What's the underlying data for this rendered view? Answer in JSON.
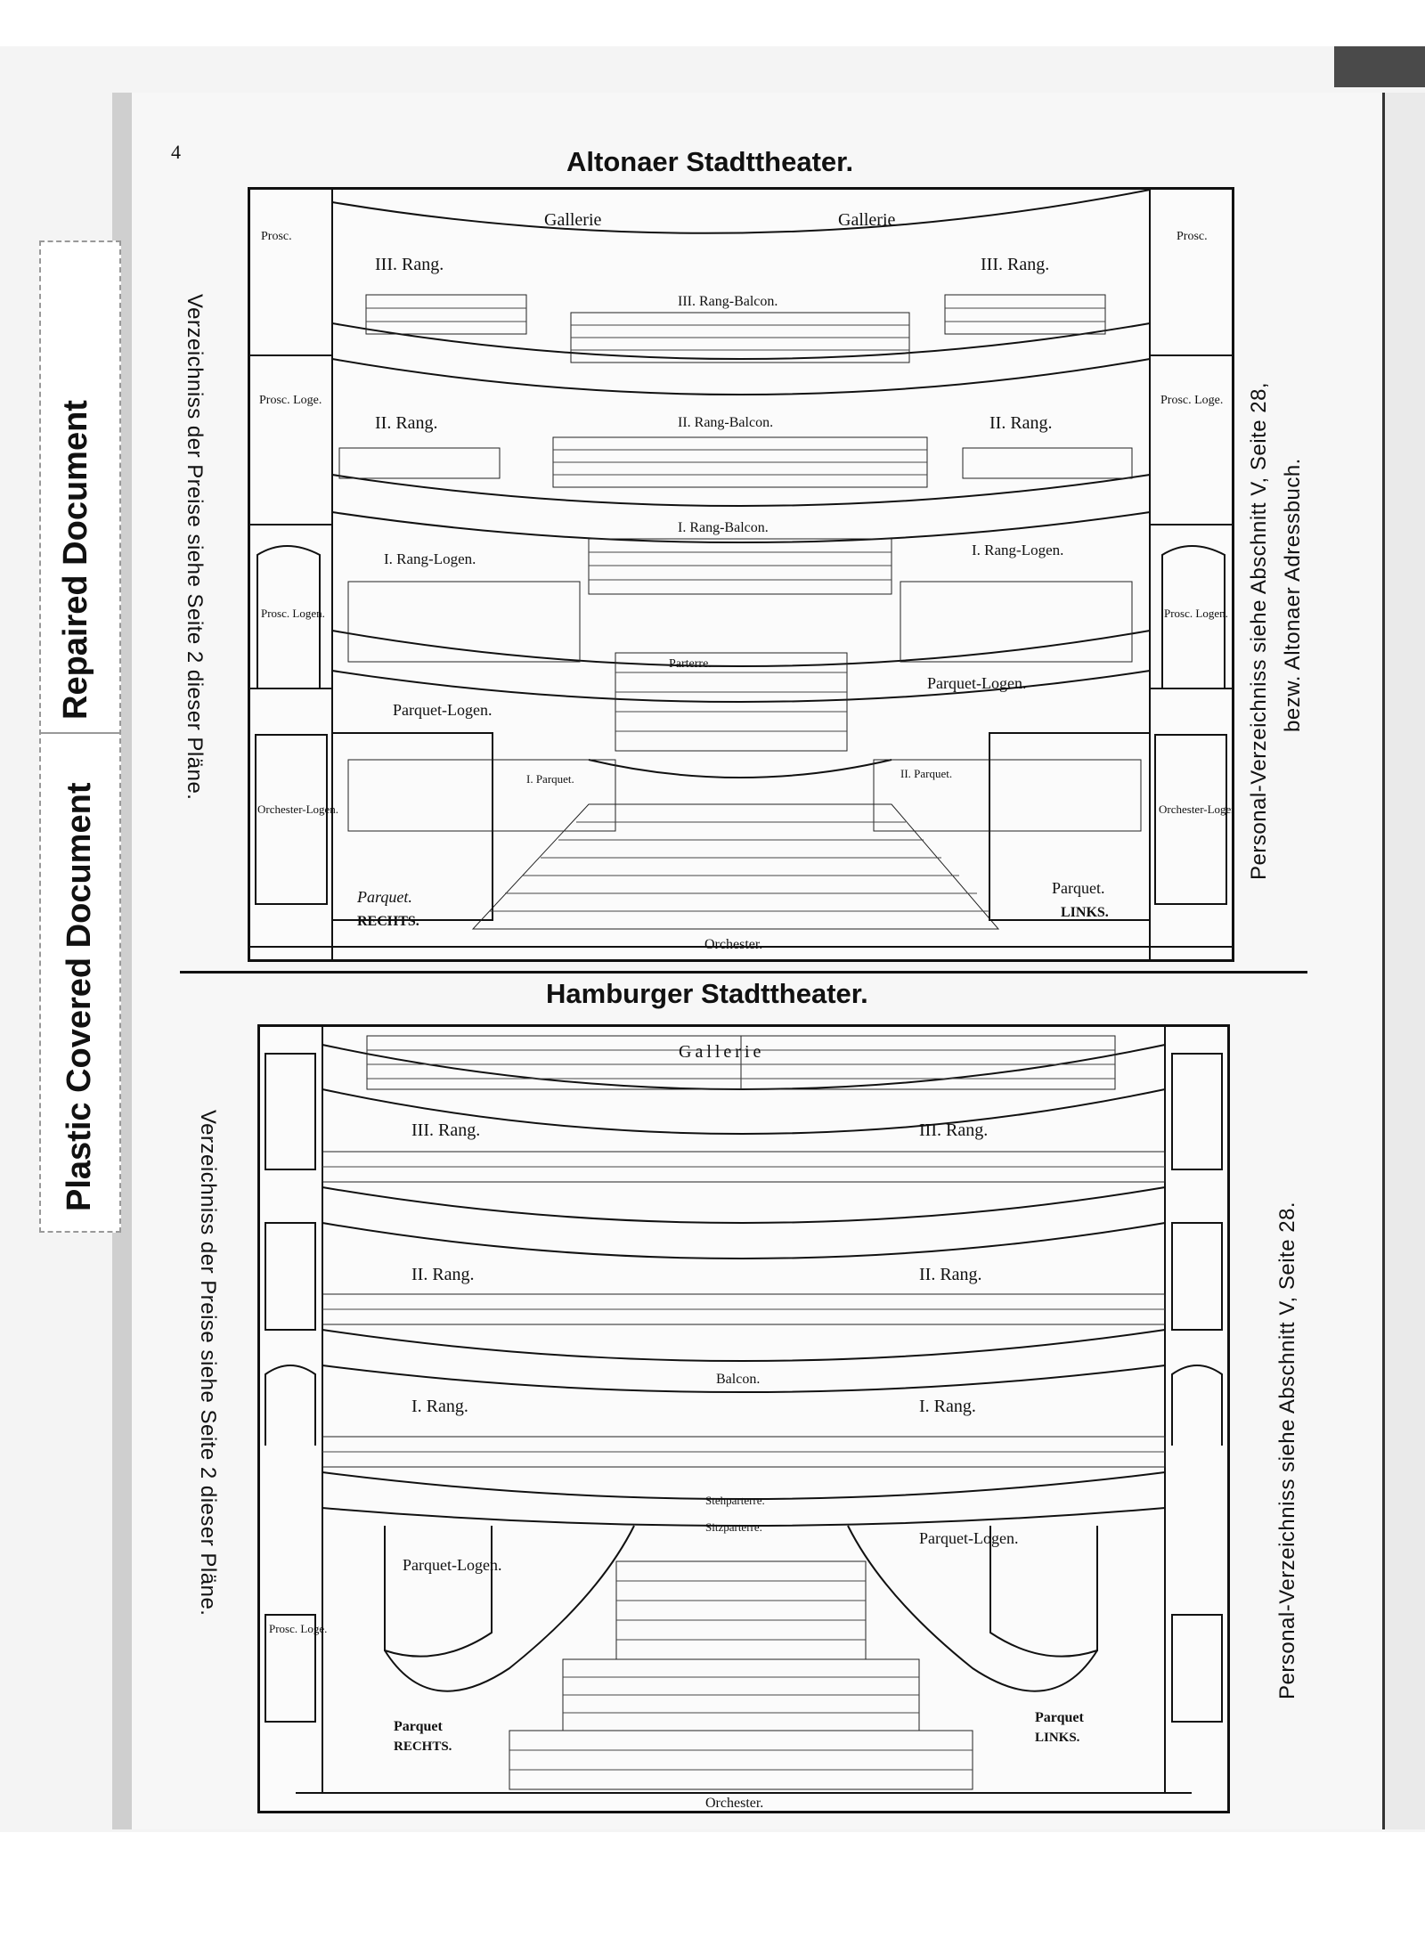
{
  "page": {
    "number": "4"
  },
  "labels": {
    "repaired": "Repaired Document",
    "plastic": "Plastic Covered Document"
  },
  "altona": {
    "title": "Altonaer Stadttheater.",
    "left_note": "Verzeichniss der Preise siehe Seite 2 dieser Pläne.",
    "right_note_1": "Personal-Verzeichniss siehe Abschnitt V, Seite 28,",
    "right_note_2": "bezw. Altonaer Adressbuch.",
    "plan": {
      "gallerie_left": "Gallerie",
      "gallerie_right": "Gallerie",
      "rang3_left": "III. Rang.",
      "rang3_right": "III. Rang.",
      "rang3_balcon": "III. Rang-Balcon.",
      "rang2_left": "II. Rang.",
      "rang2_right": "II. Rang.",
      "rang2_balcon": "II. Rang-Balcon.",
      "rang1_balcon": "I. Rang-Balcon.",
      "rang1_logen_left": "I. Rang-Logen.",
      "rang1_logen_right": "I. Rang-Logen.",
      "prosc_left_top": "Prosc.",
      "prosc_right_top": "Prosc.",
      "prosc_logo_left": "Prosc. Loge.",
      "prosc_logo_right": "Prosc. Loge.",
      "prosc_logen_left": "Prosc. Logen.",
      "prosc_logen_right": "Prosc. Logen.",
      "parquet_logen_left": "Parquet-Logen.",
      "parquet_logen_right": "Parquet-Logen.",
      "orchester_logen_left": "Orchester-Logen.",
      "orchester_logen_right": "Orchester-Logen.",
      "parterre": "Parterre.",
      "parquet_left_inner": "I. Parquet.",
      "parquet_right_inner": "II. Parquet.",
      "parquet_rechts": "Parquet.",
      "rechts": "RECHTS.",
      "parquet_links": "Parquet.",
      "links": "LINKS.",
      "orchester": "Orchester."
    }
  },
  "hamburg": {
    "title": "Hamburger Stadttheater.",
    "left_note": "Verzeichniss der Preise siehe Seite 2 dieser Pläne.",
    "right_note": "Personal-Verzeichniss siehe Abschnitt V, Seite 28.",
    "plan": {
      "gallerie": "Gallerie",
      "rang3_left": "III. Rang.",
      "rang3_right": "III. Rang.",
      "rang2_left": "II. Rang.",
      "rang2_right": "II. Rang.",
      "rang1_left": "I. Rang.",
      "rang1_right": "I. Rang.",
      "balcon": "Balcon.",
      "stehparterre": "Stehparterre.",
      "sitzparterre": "Sitzparterre.",
      "parquet_logen_left": "Parquet-Logen.",
      "parquet_logen_right": "Parquet-Logen.",
      "prosc_logo": "Prosc. Loge.",
      "parquet_rechts": "Parquet",
      "rechts": "RECHTS.",
      "parquet_links": "Parquet",
      "links": "LINKS.",
      "orchester": "Orchester."
    }
  }
}
